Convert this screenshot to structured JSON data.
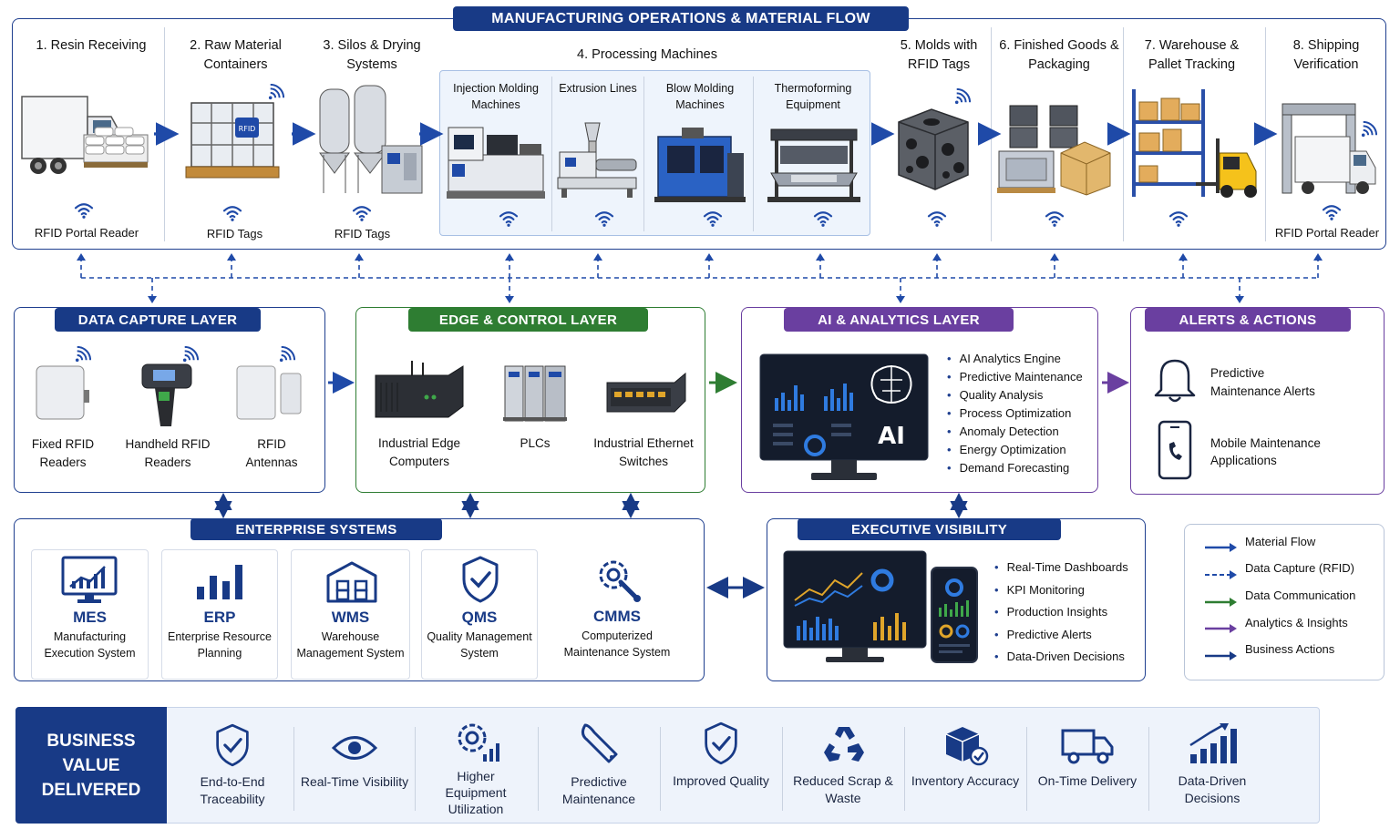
{
  "title": "MANUFACTURING OPERATIONS & MATERIAL FLOW",
  "stages": [
    {
      "label": "1. Resin Receiving",
      "caption": "RFID Portal Reader"
    },
    {
      "label": "2. Raw Material Containers",
      "caption": "RFID Tags"
    },
    {
      "label": "3. Silos & Drying Systems",
      "caption": "RFID Tags"
    },
    {
      "label": "4. Processing Machines"
    },
    {
      "label": "5. Molds with RFID Tags"
    },
    {
      "label": "6. Finished Goods & Packaging"
    },
    {
      "label": "7. Warehouse & Pallet Tracking"
    },
    {
      "label": "8. Shipping Verification",
      "caption": "RFID Portal Reader"
    }
  ],
  "machines": [
    "Injection Molding Machines",
    "Extrusion Lines",
    "Blow Molding Machines",
    "Thermoforming Equipment"
  ],
  "tote_label": "RFID",
  "data_capture": {
    "title": "DATA CAPTURE LAYER",
    "items": [
      "Fixed RFID Readers",
      "Handheld RFID Readers",
      "RFID Antennas"
    ]
  },
  "edge": {
    "title": "EDGE & CONTROL LAYER",
    "items": [
      "Industrial Edge Computers",
      "PLCs",
      "Industrial Ethernet Switches"
    ]
  },
  "ai": {
    "title": "AI & ANALYTICS LAYER",
    "screen_text": "AI",
    "bullets": [
      "AI Analytics Engine",
      "Predictive Maintenance",
      "Quality Analysis",
      "Process Optimization",
      "Anomaly Detection",
      "Energy Optimization",
      "Demand Forecasting"
    ]
  },
  "alerts": {
    "title": "ALERTS & ACTIONS",
    "items": [
      "Predictive Maintenance Alerts",
      "Mobile Maintenance Applications"
    ]
  },
  "enterprise": {
    "title": "ENTERPRISE SYSTEMS",
    "systems": [
      {
        "acr": "MES",
        "full": "Manufacturing Execution System"
      },
      {
        "acr": "ERP",
        "full": "Enterprise Resource Planning"
      },
      {
        "acr": "WMS",
        "full": "Warehouse Management System"
      },
      {
        "acr": "QMS",
        "full": "Quality Management System"
      },
      {
        "acr": "CMMS",
        "full": "Computerized Maintenance System"
      }
    ]
  },
  "executive": {
    "title": "EXECUTIVE VISIBILITY",
    "bullets": [
      "Real-Time Dashboards",
      "KPI Monitoring",
      "Production Insights",
      "Predictive Alerts",
      "Data-Driven Decisions"
    ]
  },
  "legend": [
    {
      "label": "Material Flow",
      "color": "#1f4aa8",
      "style": "solid"
    },
    {
      "label": "Data Capture (RFID)",
      "color": "#1f4aa8",
      "style": "dashed"
    },
    {
      "label": "Data Communication",
      "color": "#2e7d32",
      "style": "solid"
    },
    {
      "label": "Analytics & Insights",
      "color": "#6a3fa0",
      "style": "solid"
    },
    {
      "label": "Business Actions",
      "color": "#183a86",
      "style": "solid"
    }
  ],
  "business_value": {
    "title": "BUSINESS VALUE DELIVERED",
    "items": [
      "End-to-End Traceability",
      "Real-Time Visibility",
      "Higher Equipment Utilization",
      "Predictive Maintenance",
      "Improved Quality",
      "Reduced Scrap & Waste",
      "Inventory Accuracy",
      "On-Time Delivery",
      "Data-Driven Decisions"
    ]
  },
  "colors": {
    "navy": "#183a86",
    "blue": "#1f4aa8",
    "green": "#2e7d32",
    "purple": "#6a3fa0",
    "light_bg": "#eef3fb"
  }
}
